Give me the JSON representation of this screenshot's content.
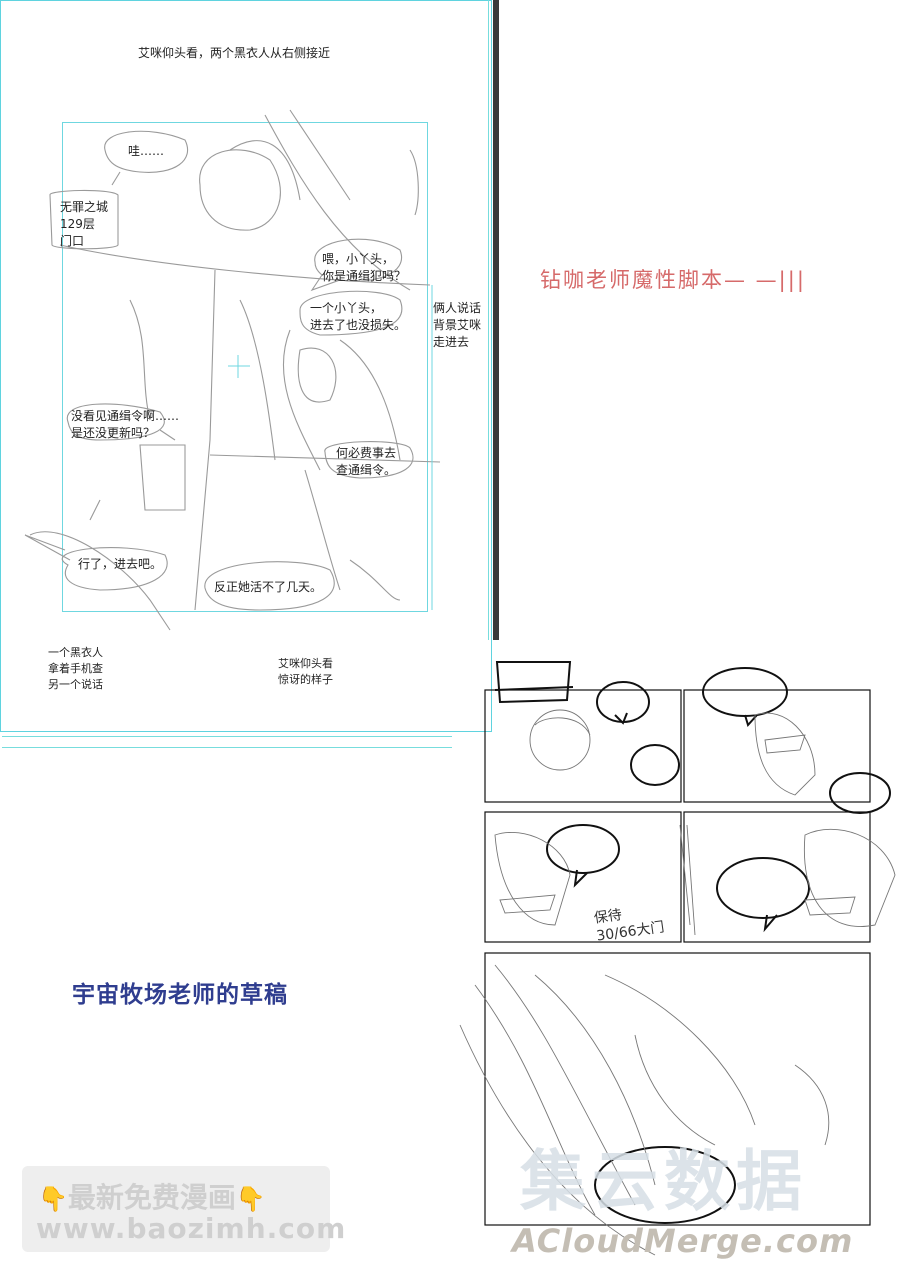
{
  "script_page": {
    "header_note": "艾咪仰头看，两个黑衣人从右侧接近",
    "bubbles": {
      "wa": "哇……",
      "location": "无罪之城\n129层\n门口",
      "hey": "喂，小丫头，\n你是通缉犯吗？",
      "little_girl": "一个小丫头，\n进去了也没损失。",
      "no_warrant": "没看见通缉令啊……\n是还没更新吗？",
      "why_bother": "何必费事去\n查通缉令。",
      "go_in": "行了，进去吧。",
      "wont_live": "反正她活不了几天。"
    },
    "side_note": "俩人说话\n背景艾咪\n走进去",
    "bottom_left_note": "一个黑衣人\n拿着手机查\n另一个说话",
    "bottom_right_note": "艾咪仰头看\n惊讶的样子"
  },
  "captions": {
    "red_title": "钻咖老师魔性脚本— —|||",
    "blue_title": "宇宙牧场老师的草稿"
  },
  "storyboard": {
    "handwritten_label": "保待\n30/66大门"
  },
  "watermarks": {
    "line1": "最新免费漫画",
    "line2": "www.baozimh.com",
    "big_cn": "集云数据",
    "big_en": "ACloudMerge.com",
    "hand_icon": "pointing-hand-icon"
  },
  "colors": {
    "frame_cyan": "#6fd7e0",
    "red_title": "#d66a6a",
    "blue_title": "#2f3d8f"
  }
}
